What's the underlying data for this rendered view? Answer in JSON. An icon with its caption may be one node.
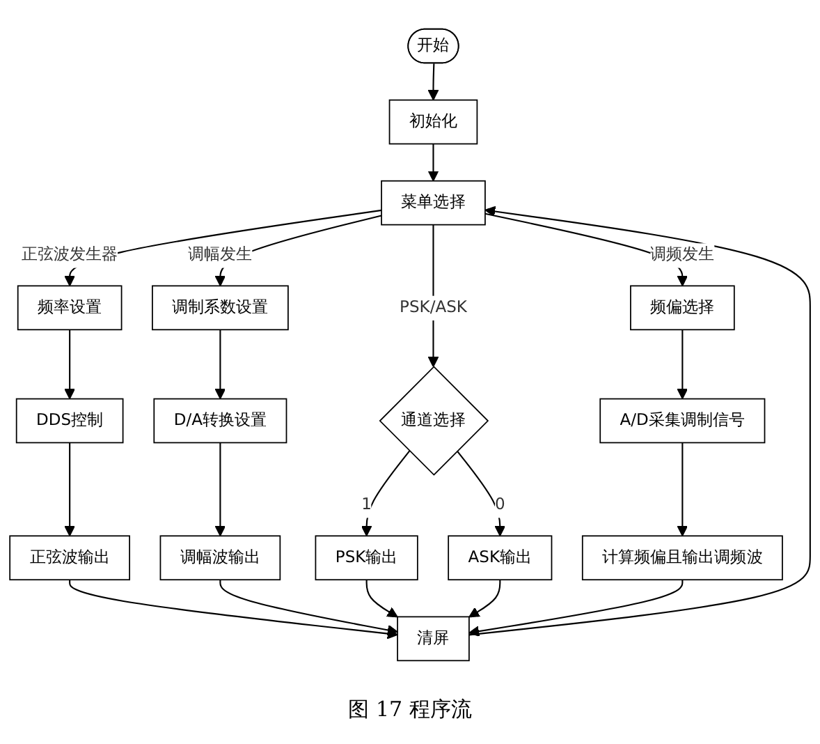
{
  "diagram": {
    "caption": "图 17 程序流",
    "nodes": [
      {
        "text": [
          "开始"
        ]
      },
      {
        "text": [
          "初始化"
        ]
      },
      {
        "text": [
          "菜单选择"
        ]
      },
      {
        "text": [
          "频率设置"
        ]
      },
      {
        "text": [
          "调制系数设置"
        ]
      },
      {
        "text": [
          "通道选择"
        ]
      },
      {
        "text": [
          "频偏选择"
        ]
      },
      {
        "text": [
          "DDS控制"
        ]
      },
      {
        "text": [
          "D/A转换设置"
        ]
      },
      {
        "text": [
          "ASK输出"
        ]
      },
      {
        "text": [
          "A/D采集调制信号"
        ]
      },
      {
        "text": [
          "正弦波输出"
        ]
      },
      {
        "text": [
          "调幅波输出"
        ]
      },
      {
        "text": [
          "PSK输出"
        ]
      },
      {
        "text": [
          "计算频偏且输出调频波"
        ]
      },
      {
        "text": [
          "清屏"
        ]
      }
    ],
    "edges": [
      {
        "from": 0,
        "to": 1,
        "arrow": "to"
      },
      {
        "from": 1,
        "to": 2,
        "arrow": "to"
      },
      {
        "from": 2,
        "to": 3,
        "arrow": "to",
        "label": "正弦波发生器"
      },
      {
        "from": 2,
        "to": 4,
        "arrow": "to",
        "label": "调幅发生"
      },
      {
        "from": 2,
        "to": 5,
        "arrow": "to",
        "label": "PSK/ASK"
      },
      {
        "from": 2,
        "to": 6,
        "arrow": "to",
        "label": "调频发生"
      },
      {
        "from": 3,
        "to": 7,
        "arrow": "to"
      },
      {
        "from": 4,
        "to": 8,
        "arrow": "to"
      },
      {
        "from": 5,
        "to": 9,
        "arrow": "to",
        "label": "0"
      },
      {
        "from": 5,
        "to": 13,
        "arrow": "to",
        "label": "1"
      },
      {
        "from": 6,
        "to": 10,
        "arrow": "to"
      },
      {
        "from": 7,
        "to": 11,
        "arrow": "to"
      },
      {
        "from": 8,
        "to": 12,
        "arrow": "to"
      },
      {
        "from": 10,
        "to": 14,
        "arrow": "to"
      },
      {
        "from": 11,
        "to": 15,
        "arrow": "to"
      },
      {
        "from": 12,
        "to": 15,
        "arrow": "to"
      },
      {
        "from": 13,
        "to": 15,
        "arrow": "to"
      },
      {
        "from": 9,
        "to": 15,
        "arrow": "to"
      },
      {
        "from": 14,
        "to": 15,
        "arrow": "to"
      },
      {
        "from": 15,
        "to": 2,
        "arrow": "to"
      }
    ]
  }
}
